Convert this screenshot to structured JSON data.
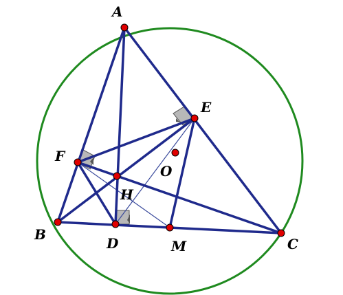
{
  "colors": {
    "circle": "#1f8a1f",
    "lines": "#1f2a8c",
    "thin_lines": "#3a4a9c",
    "points": "#e00000",
    "right_angle_fill": "#b8b8b8",
    "right_angle_stroke": "#555555"
  },
  "points": {
    "A": {
      "label": "A"
    },
    "B": {
      "label": "B"
    },
    "C": {
      "label": "C"
    },
    "D": {
      "label": "D"
    },
    "E": {
      "label": "E"
    },
    "F": {
      "label": "F"
    },
    "H": {
      "label": "H"
    },
    "O": {
      "label": "O"
    },
    "M": {
      "label": "M"
    }
  }
}
